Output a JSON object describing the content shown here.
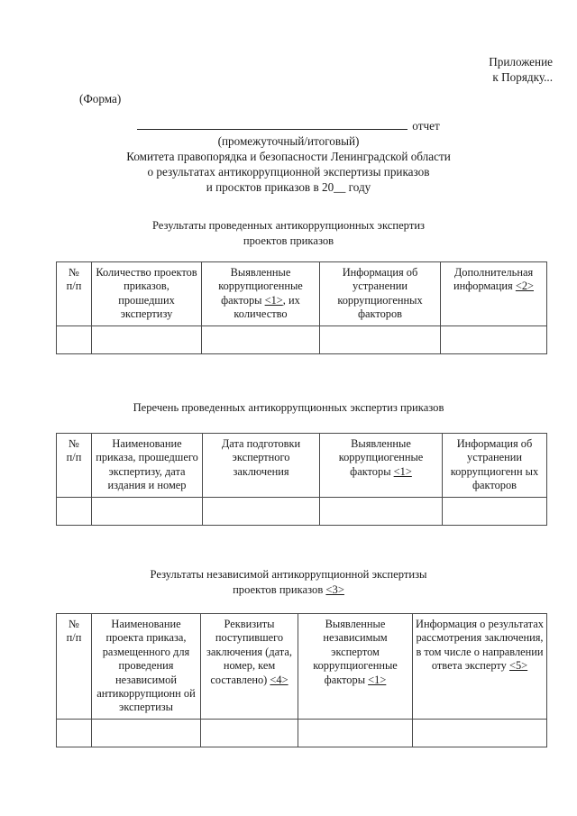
{
  "document": {
    "appendix": {
      "line1": "Приложение",
      "line2": "к Порядку..."
    },
    "form_label": "(Форма)",
    "title": {
      "report_word": "отчет",
      "subtitle": "(промежуточный/итоговый)",
      "line1": "Комитета правопорядка и безопасности Ленинградской области",
      "line2": "о результатах антикоррупционной экспертизы приказов",
      "line3": "и просктов приказов в 20__  году"
    },
    "sections": [
      {
        "caption_line1": "Результаты проведенных антикоррупционных экспертиз",
        "caption_line2": "проектов приказов",
        "caption_line2_ref": "",
        "columns": [
          {
            "text": "№\nп/п",
            "ref": ""
          },
          {
            "text": "Количество проектов приказов, прошедших экспертизу",
            "ref": ""
          },
          {
            "text": "Выявленные коррупциогенные факторы",
            "ref": "<1>",
            "text_after": ", их количество"
          },
          {
            "text": "Информация об устранении коррупциогенных факторов",
            "ref": ""
          },
          {
            "text": "Дополнительная информация",
            "ref": "<2>",
            "text_after": ""
          }
        ],
        "rows": [
          [
            "",
            "",
            "",
            "",
            ""
          ]
        ]
      },
      {
        "caption_line1": "Перечень проведенных антикоррупционных экспертиз приказов",
        "caption_line2": "",
        "caption_line2_ref": "",
        "columns": [
          {
            "text": "№\nп/п",
            "ref": ""
          },
          {
            "text": "Наименование приказа, прошедшего экспертизу, дата издания и номер",
            "ref": ""
          },
          {
            "text": "Дата подготовки экспертного заключения",
            "ref": ""
          },
          {
            "text": "Выявленные коррупциогенные факторы",
            "ref": "<1>",
            "text_after": ""
          },
          {
            "text": "Информация об устранении коррупциогенн ых факторов",
            "ref": ""
          }
        ],
        "rows": [
          [
            "",
            "",
            "",
            "",
            ""
          ]
        ]
      },
      {
        "caption_line1": "Результаты независимой антикоррупционной экспертизы",
        "caption_line2": "проектов приказов",
        "caption_line2_ref": "<3>",
        "columns": [
          {
            "text": "№\nп/п",
            "ref": ""
          },
          {
            "text": "Наименование проекта приказа, размещенного для проведения независимой антикоррупционн ой экспертизы",
            "ref": ""
          },
          {
            "text": "Реквизиты поступившего заключения (дата, номер, кем составлено)",
            "ref": "<4>",
            "text_after": ""
          },
          {
            "text": "Выявленные независимым экспертом коррупциогенные факторы",
            "ref": "<1>",
            "text_after": ""
          },
          {
            "text": "Информация о результатах рассмотрения заключения, в том числе о направлении ответа эксперту",
            "ref": "<5>",
            "text_after": ""
          }
        ],
        "rows": [
          [
            "",
            "",
            "",
            "",
            ""
          ]
        ]
      }
    ]
  }
}
